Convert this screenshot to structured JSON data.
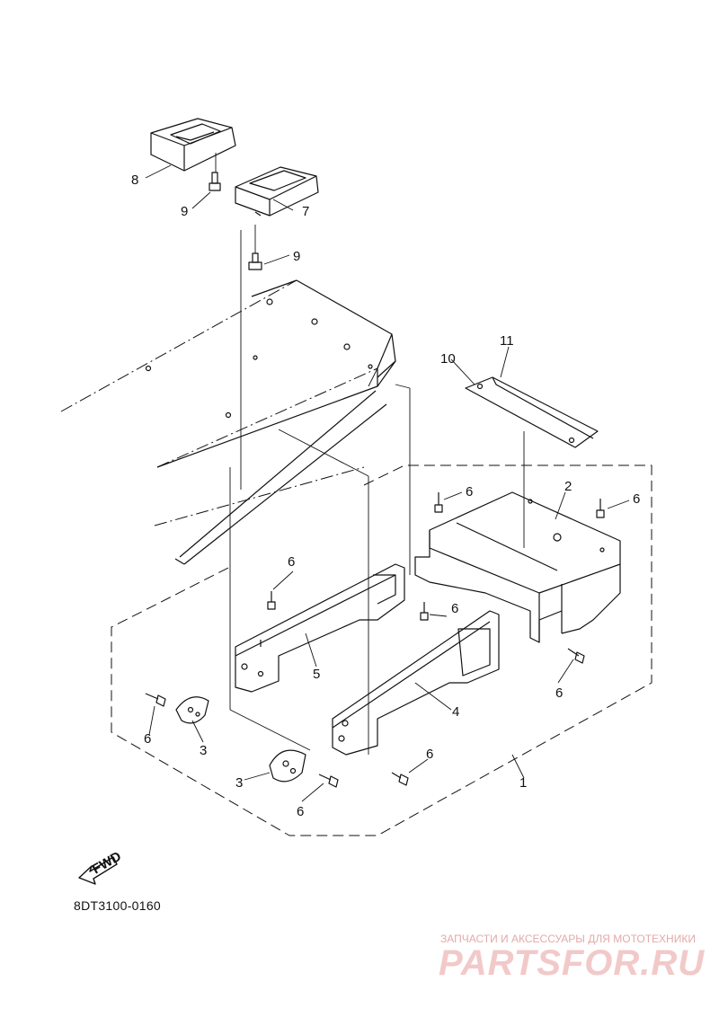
{
  "diagram_code": "8DT3100-0160",
  "fwd_label": "FWD",
  "watermark": {
    "tagline": "ЗАПЧАСТИ И АКСЕССУАРЫ ДЛЯ МОТОТЕХНИКИ",
    "brand": "PARTSFOR.RU"
  },
  "callouts": [
    {
      "id": "c8",
      "text": "8"
    },
    {
      "id": "c9a",
      "text": "9"
    },
    {
      "id": "c7",
      "text": "7"
    },
    {
      "id": "c9b",
      "text": "9"
    },
    {
      "id": "c11",
      "text": "11"
    },
    {
      "id": "c10",
      "text": "10"
    },
    {
      "id": "c6a",
      "text": "6"
    },
    {
      "id": "c2",
      "text": "2"
    },
    {
      "id": "c6b",
      "text": "6"
    },
    {
      "id": "c6c",
      "text": "6"
    },
    {
      "id": "c6d",
      "text": "6"
    },
    {
      "id": "c5",
      "text": "5"
    },
    {
      "id": "c4",
      "text": "4"
    },
    {
      "id": "c6e",
      "text": "6"
    },
    {
      "id": "c6f",
      "text": "6"
    },
    {
      "id": "c3a",
      "text": "3"
    },
    {
      "id": "c3b",
      "text": "3"
    },
    {
      "id": "c6g",
      "text": "6"
    },
    {
      "id": "c6h",
      "text": "6"
    },
    {
      "id": "c1",
      "text": "1"
    }
  ]
}
